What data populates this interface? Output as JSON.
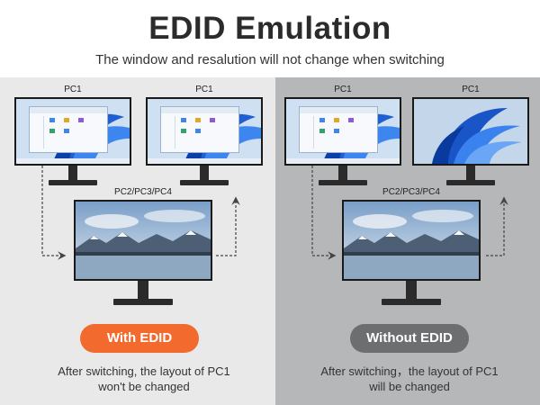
{
  "header": {
    "title": "EDID Emulation",
    "subtitle": "The window and resalution will not change when switching"
  },
  "left": {
    "pc1_label_a": "PC1",
    "pc1_label_b": "PC1",
    "center_label": "PC2/PC3/PC4",
    "button_label": "With EDID",
    "caption_line1": "After switching, the layout of PC1",
    "caption_line2": "won't be changed"
  },
  "right": {
    "pc1_label_a": "PC1",
    "pc1_label_b": "PC1",
    "center_label": "PC2/PC3/PC4",
    "button_label": "Without EDID",
    "caption_line1": "After switching，the layout of PC1",
    "caption_line2": "will be  changed"
  },
  "colors": {
    "left_bg": "#e9e9ea",
    "right_bg": "#b6b7b9",
    "with_button": "#f26a2d",
    "without_button": "#6d6e70"
  }
}
